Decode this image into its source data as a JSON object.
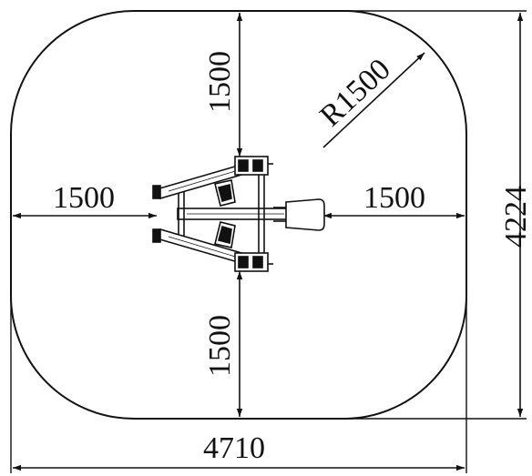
{
  "colors": {
    "ink": "#111111",
    "paper": "#ffffff"
  },
  "dimensions": {
    "top_clearance": "1500",
    "bottom_clearance": "1500",
    "left_clearance": "1500",
    "right_clearance": "1500",
    "corner_radius": "R1500",
    "overall_width": "4710",
    "overall_height": "4224"
  }
}
